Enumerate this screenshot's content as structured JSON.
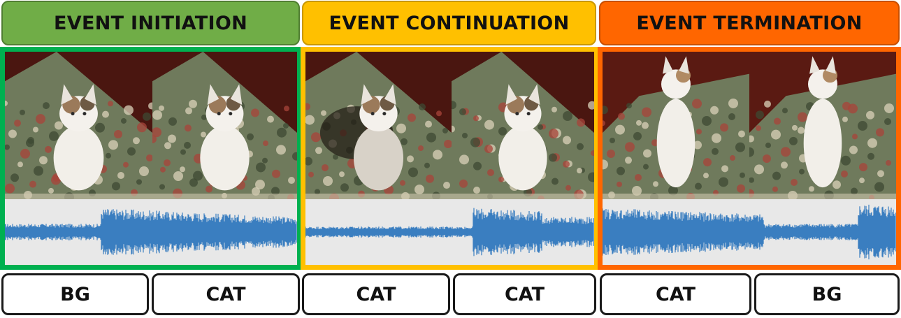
{
  "segments": [
    {
      "title": "EVENT INITIATION",
      "header_color": "#70AD47",
      "header_border": "#507E32",
      "panel_border": "#00B050",
      "labels": [
        "BG",
        "CAT"
      ]
    },
    {
      "title": "EVENT CONTINUATION",
      "header_color": "#FFC000",
      "header_border": "#C99700",
      "panel_border": "#FFC000",
      "labels": [
        "CAT",
        "CAT"
      ]
    },
    {
      "title": "EVENT TERMINATION",
      "header_color": "#FF6600",
      "header_border": "#C84F00",
      "panel_border": "#FF6600",
      "labels": [
        "CAT",
        "BG"
      ]
    }
  ],
  "colors": {
    "waveform": "#3A7EC0",
    "label_border": "#1a1a1a",
    "waveform_bg": "#E8E8E8"
  },
  "frame_images": [
    "cat-on-rug-sitting",
    "cat-on-rug-sitting",
    "cat-on-rug-shadow",
    "cat-on-rug-looking-up",
    "cat-standing-upright",
    "cat-standing-upright"
  ]
}
